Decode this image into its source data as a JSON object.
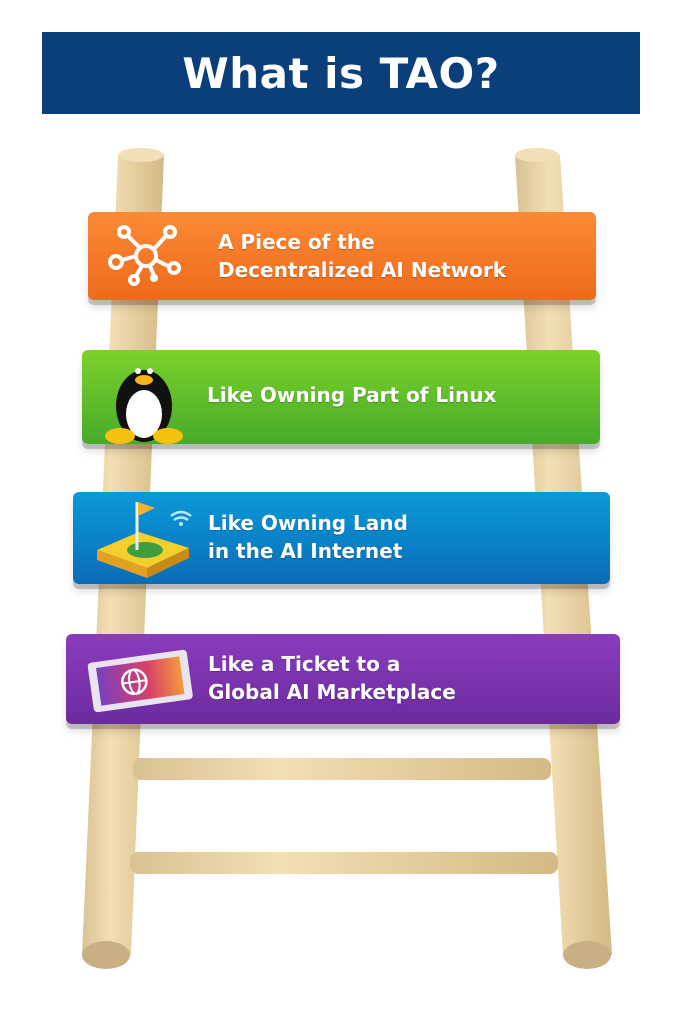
{
  "title": "What is TAO?",
  "steps": [
    {
      "line1": "A Piece of the",
      "line2": "Decentralized AI Network",
      "icon": "network-icon",
      "color": "#f47a26"
    },
    {
      "line1": "Like Owning Part of Linux",
      "icon": "penguin-icon",
      "color": "#5cbd2a"
    },
    {
      "line1": "Like Owning Land",
      "line2": "in the AI Internet",
      "icon": "land-plot-flag-icon",
      "color": "#0a85c9"
    },
    {
      "line1": "Like a Ticket to a",
      "line2": "Global AI Marketplace",
      "icon": "ticket-globe-icon",
      "color": "#7a33ae"
    }
  ]
}
